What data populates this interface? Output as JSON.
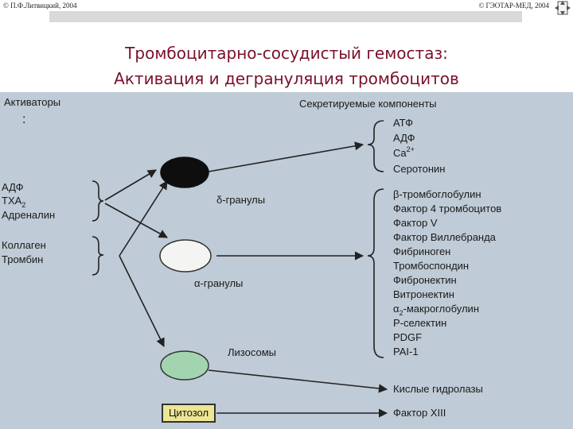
{
  "header": {
    "left": "© П.Ф.Литвицкий, 2004",
    "right": "© ГЭОТАР-МЕД, 2004"
  },
  "title": {
    "line1": "Тромбоцитарно-сосудистый гемостаз:",
    "line2": "Активация и дегрануляция тромбоцитов"
  },
  "diagram": {
    "activators_header": "Активаторы",
    "colon": ":",
    "secreted_header": "Секретируемые компоненты",
    "activators_group1": [
      "АДФ",
      "ТХА",
      "Адреналин"
    ],
    "txa_subscript": "2",
    "activators_group2": [
      "Коллаген",
      "Тромбин"
    ],
    "organelles": {
      "delta": "δ-гранулы",
      "alpha": "α-гранулы",
      "lysosome": "Лизосомы",
      "cytosol": "Цитозол"
    },
    "delta_products": [
      "АТФ",
      "АДФ",
      "Ca",
      "Серотонин"
    ],
    "ca_superscript": "2+",
    "alpha_products": [
      "β-тромбоглобулин",
      "Фактор 4 тромбоцитов",
      "Фактор V",
      "Фактор Виллебранда",
      "Фибриноген",
      "Тромбоспондин",
      "Фибронектин",
      "Витронектин",
      "α",
      "P-селектин",
      "PDGF",
      "PAI-1"
    ],
    "alpha2_tail": "-макроглобулин",
    "alpha2_subscript": "2",
    "lysosome_product": "Кислые гидролазы",
    "cytosol_product": "Фактор XIII"
  }
}
